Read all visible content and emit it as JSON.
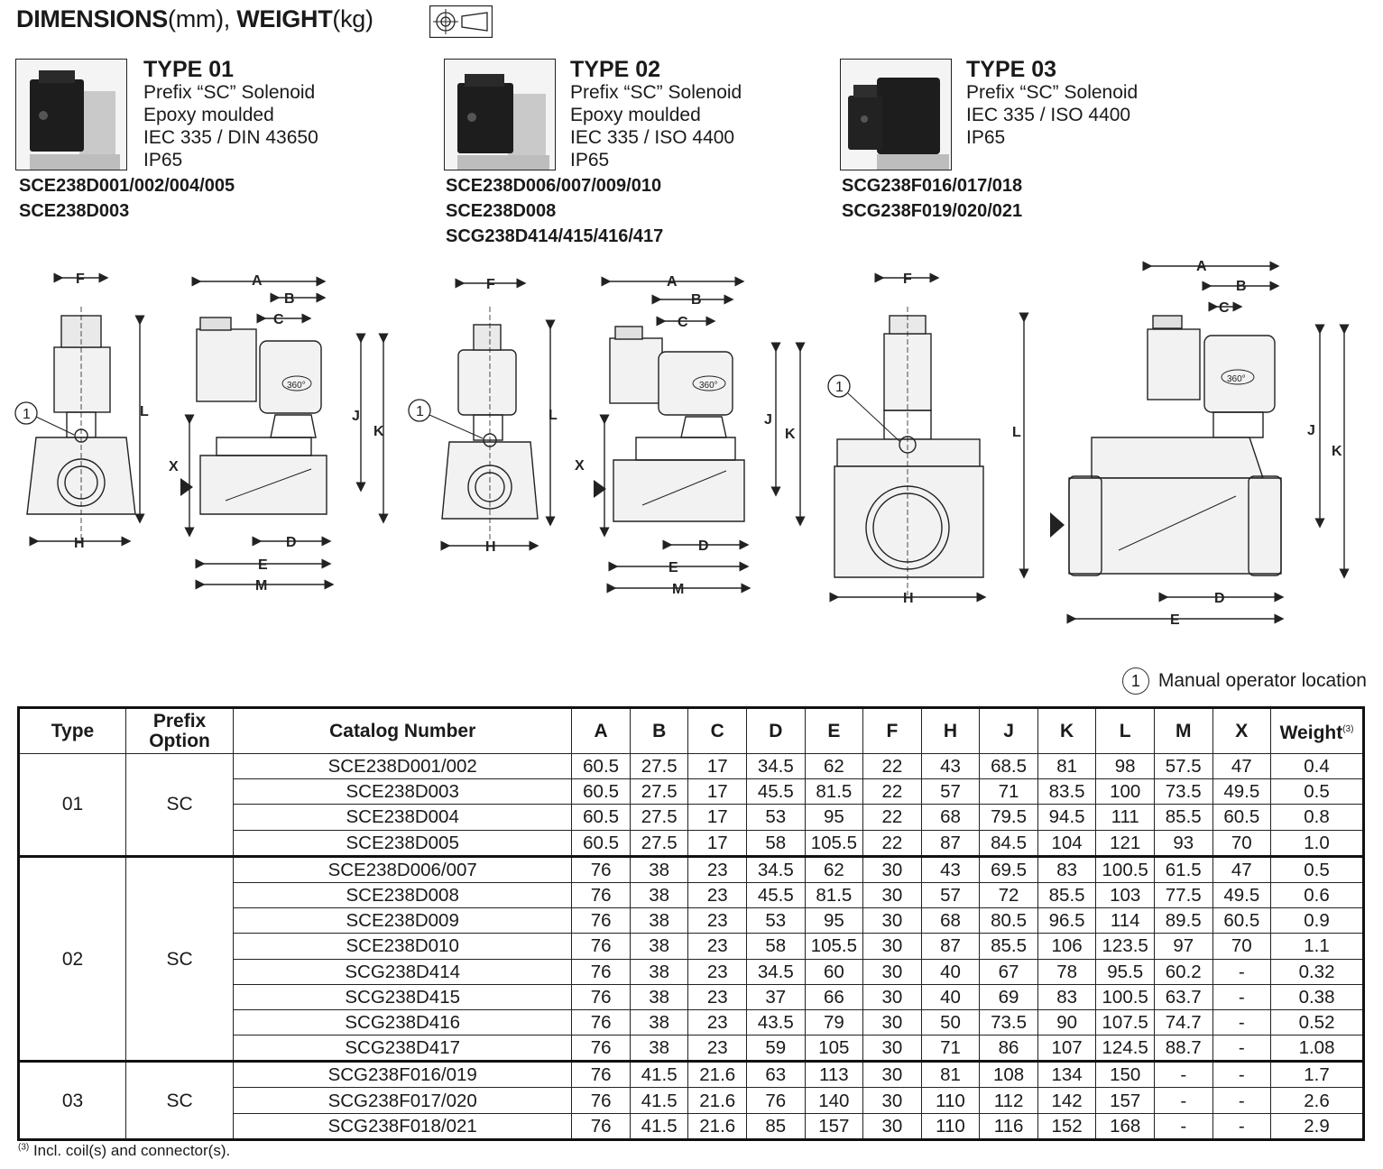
{
  "header": {
    "title_bold_1": "DIMENSIONS",
    "title_unit_1": "(mm), ",
    "title_bold_2": "WEIGHT",
    "title_unit_2": "(kg)"
  },
  "types": [
    {
      "name": "TYPE 01",
      "desc": [
        "Prefix “SC” Solenoid",
        "Epoxy moulded",
        "IEC 335 / DIN 43650",
        "IP65"
      ],
      "codes": [
        "SCE238D001/002/004/005",
        "SCE238D003"
      ]
    },
    {
      "name": "TYPE 02",
      "desc": [
        "Prefix “SC” Solenoid",
        "Epoxy moulded",
        "IEC 335 / ISO 4400",
        "IP65"
      ],
      "codes": [
        "SCE238D006/007/009/010",
        "SCE238D008",
        "SCG238D414/415/416/417"
      ]
    },
    {
      "name": "TYPE 03",
      "desc": [
        "Prefix “SC” Solenoid",
        "IEC 335 / ISO 4400",
        "IP65"
      ],
      "codes": [
        "SCG238F016/017/018",
        "SCG238F019/020/021"
      ]
    }
  ],
  "drawing_labels": {
    "A": "A",
    "B": "B",
    "C": "C",
    "D": "D",
    "E": "E",
    "F": "F",
    "H": "H",
    "J": "J",
    "K": "K",
    "L": "L",
    "M": "M",
    "X": "X",
    "rotation": "360°",
    "marker": "1"
  },
  "legend": {
    "marker": "1",
    "text": "Manual operator location"
  },
  "table": {
    "headers": {
      "type": "Type",
      "prefix_1": "Prefix",
      "prefix_2": "Option",
      "catalog": "Catalog Number",
      "A": "A",
      "B": "B",
      "C": "C",
      "D": "D",
      "E": "E",
      "F": "F",
      "H": "H",
      "J": "J",
      "K": "K",
      "L": "L",
      "M": "M",
      "X": "X",
      "weight": "Weight",
      "weight_note": "(3)"
    },
    "groups": [
      {
        "type": "01",
        "prefix": "SC",
        "rows": [
          [
            "SCE238D001/002",
            "60.5",
            "27.5",
            "17",
            "34.5",
            "62",
            "22",
            "43",
            "68.5",
            "81",
            "98",
            "57.5",
            "47",
            "0.4"
          ],
          [
            "SCE238D003",
            "60.5",
            "27.5",
            "17",
            "45.5",
            "81.5",
            "22",
            "57",
            "71",
            "83.5",
            "100",
            "73.5",
            "49.5",
            "0.5"
          ],
          [
            "SCE238D004",
            "60.5",
            "27.5",
            "17",
            "53",
            "95",
            "22",
            "68",
            "79.5",
            "94.5",
            "111",
            "85.5",
            "60.5",
            "0.8"
          ],
          [
            "SCE238D005",
            "60.5",
            "27.5",
            "17",
            "58",
            "105.5",
            "22",
            "87",
            "84.5",
            "104",
            "121",
            "93",
            "70",
            "1.0"
          ]
        ]
      },
      {
        "type": "02",
        "prefix": "SC",
        "rows": [
          [
            "SCE238D006/007",
            "76",
            "38",
            "23",
            "34.5",
            "62",
            "30",
            "43",
            "69.5",
            "83",
            "100.5",
            "61.5",
            "47",
            "0.5"
          ],
          [
            "SCE238D008",
            "76",
            "38",
            "23",
            "45.5",
            "81.5",
            "30",
            "57",
            "72",
            "85.5",
            "103",
            "77.5",
            "49.5",
            "0.6"
          ],
          [
            "SCE238D009",
            "76",
            "38",
            "23",
            "53",
            "95",
            "30",
            "68",
            "80.5",
            "96.5",
            "114",
            "89.5",
            "60.5",
            "0.9"
          ],
          [
            "SCE238D010",
            "76",
            "38",
            "23",
            "58",
            "105.5",
            "30",
            "87",
            "85.5",
            "106",
            "123.5",
            "97",
            "70",
            "1.1"
          ],
          [
            "SCG238D414",
            "76",
            "38",
            "23",
            "34.5",
            "60",
            "30",
            "40",
            "67",
            "78",
            "95.5",
            "60.2",
            "-",
            "0.32"
          ],
          [
            "SCG238D415",
            "76",
            "38",
            "23",
            "37",
            "66",
            "30",
            "40",
            "69",
            "83",
            "100.5",
            "63.7",
            "-",
            "0.38"
          ],
          [
            "SCG238D416",
            "76",
            "38",
            "23",
            "43.5",
            "79",
            "30",
            "50",
            "73.5",
            "90",
            "107.5",
            "74.7",
            "-",
            "0.52"
          ],
          [
            "SCG238D417",
            "76",
            "38",
            "23",
            "59",
            "105",
            "30",
            "71",
            "86",
            "107",
            "124.5",
            "88.7",
            "-",
            "1.08"
          ]
        ]
      },
      {
        "type": "03",
        "prefix": "SC",
        "rows": [
          [
            "SCG238F016/019",
            "76",
            "41.5",
            "21.6",
            "63",
            "113",
            "30",
            "81",
            "108",
            "134",
            "150",
            "-",
            "-",
            "1.7"
          ],
          [
            "SCG238F017/020",
            "76",
            "41.5",
            "21.6",
            "76",
            "140",
            "30",
            "110",
            "112",
            "142",
            "157",
            "-",
            "-",
            "2.6"
          ],
          [
            "SCG238F018/021",
            "76",
            "41.5",
            "21.6",
            "85",
            "157",
            "30",
            "110",
            "116",
            "152",
            "168",
            "-",
            "-",
            "2.9"
          ]
        ]
      }
    ]
  },
  "footnote": {
    "mark": "(3)",
    "text": " Incl. coil(s) and connector(s)."
  },
  "colors": {
    "ink": "#1a1a1a",
    "coil": "#222222",
    "body": "#d8d8d8"
  }
}
